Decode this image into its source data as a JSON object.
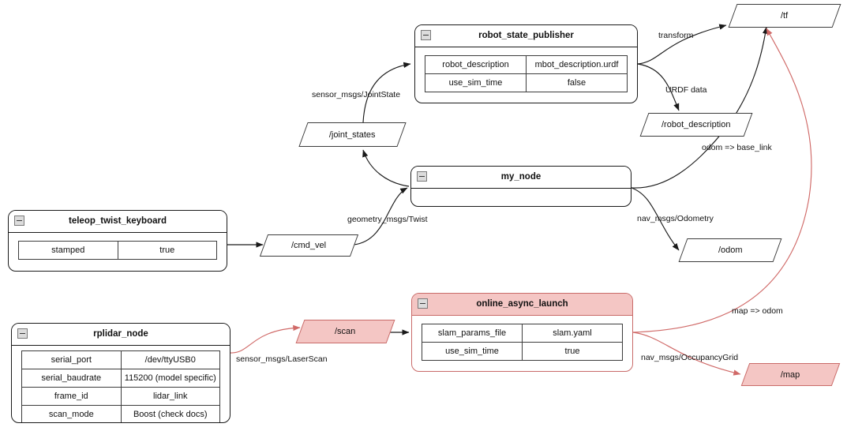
{
  "diagram": {
    "title": "ROS 2 node / topic graph",
    "colors": {
      "node_border": "#1a1a1a",
      "pink_fill": "#f4c6c4",
      "pink_border": "#c96b69",
      "edge_black": "#1a1a1a",
      "edge_red": "#d06a68",
      "table_border": "#3c3c3c"
    }
  },
  "nodes": [
    {
      "id": "robot_state_publisher",
      "title": "robot_state_publisher",
      "style": "plain",
      "collapse_icon": "collapse-minus-icon",
      "rows": [
        {
          "key": "robot_description",
          "value": "mbot_description.urdf"
        },
        {
          "key": "use_sim_time",
          "value": "false"
        }
      ]
    },
    {
      "id": "my_node",
      "title": "my_node",
      "style": "plain",
      "collapse_icon": "collapse-minus-icon",
      "rows": []
    },
    {
      "id": "teleop_twist_keyboard",
      "title": "teleop_twist_keyboard",
      "style": "plain",
      "collapse_icon": "collapse-minus-icon",
      "rows": [
        {
          "key": "stamped",
          "value": "true"
        }
      ]
    },
    {
      "id": "online_async_launch",
      "title": "online_async_launch",
      "style": "pink",
      "collapse_icon": "collapse-minus-icon",
      "rows": [
        {
          "key": "slam_params_file",
          "value": "slam.yaml"
        },
        {
          "key": "use_sim_time",
          "value": "true"
        }
      ]
    },
    {
      "id": "rplidar_node",
      "title": "rplidar_node",
      "style": "plain",
      "collapse_icon": "collapse-minus-icon",
      "rows": [
        {
          "key": "serial_port",
          "value": "/dev/ttyUSB0"
        },
        {
          "key": "serial_baudrate",
          "value": "115200 (model specific)"
        },
        {
          "key": "frame_id",
          "value": "lidar_link"
        },
        {
          "key": "scan_mode",
          "value": "Boost (check docs)"
        }
      ]
    }
  ],
  "topics": [
    {
      "id": "tf",
      "label": "/tf",
      "style": "plain"
    },
    {
      "id": "robot_description",
      "label": "/robot_description",
      "style": "plain"
    },
    {
      "id": "joint_states",
      "label": "/joint_states",
      "style": "plain"
    },
    {
      "id": "odom",
      "label": "/odom",
      "style": "plain"
    },
    {
      "id": "cmd_vel",
      "label": "/cmd_vel",
      "style": "plain"
    },
    {
      "id": "scan",
      "label": "/scan",
      "style": "pink"
    },
    {
      "id": "map",
      "label": "/map",
      "style": "pink"
    }
  ],
  "edge_labels": [
    {
      "id": "transform",
      "text": "transform"
    },
    {
      "id": "urdf-data",
      "text": "URDF data"
    },
    {
      "id": "sensor-msgs-jointstate",
      "text": "sensor_msgs/JointState"
    },
    {
      "id": "odom-base-link",
      "text": "odom => base_link"
    },
    {
      "id": "geometry-msgs-twist",
      "text": "geometry_msgs/Twist"
    },
    {
      "id": "nav-msgs-odometry",
      "text": "nav_msgs/Odometry"
    },
    {
      "id": "map-odom",
      "text": "map => odom"
    },
    {
      "id": "sensor-msgs-laserscan",
      "text": "sensor_msgs/LaserScan"
    },
    {
      "id": "nav-msgs-occupancygrid",
      "text": "nav_msgs/OccupancyGrid"
    }
  ]
}
